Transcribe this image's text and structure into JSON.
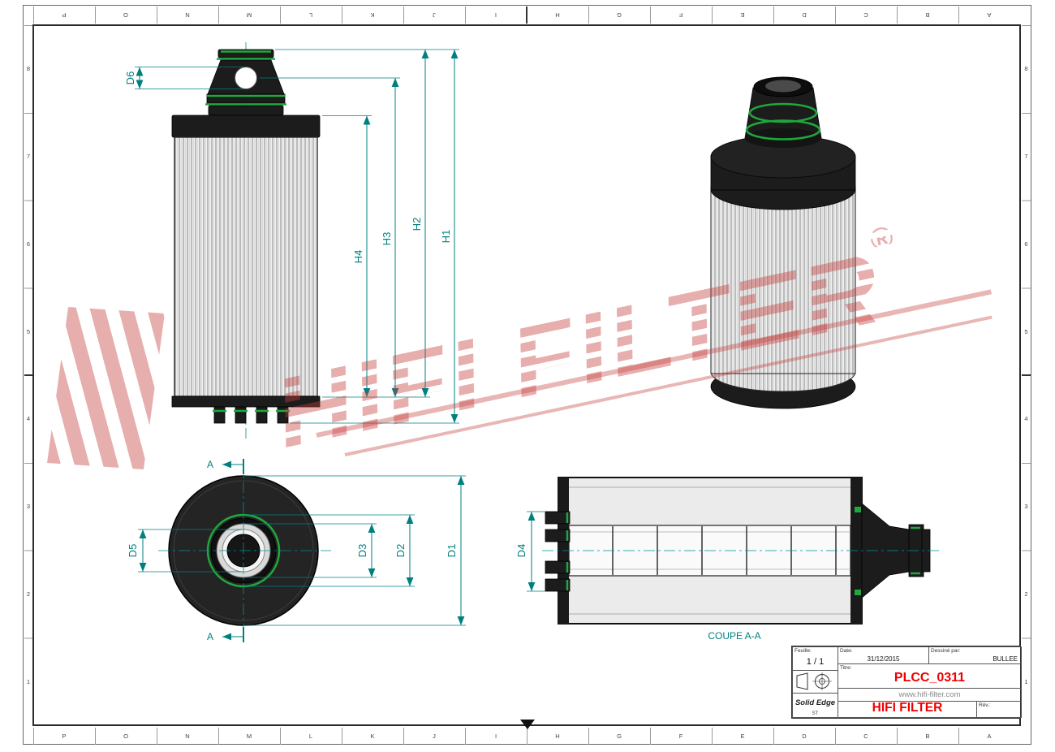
{
  "frame": {
    "columns": [
      "P",
      "O",
      "N",
      "M",
      "L",
      "K",
      "J",
      "I",
      "H",
      "G",
      "F",
      "E",
      "D",
      "C",
      "B",
      "A"
    ],
    "rows": [
      "8",
      "7",
      "6",
      "5",
      "4",
      "3",
      "2",
      "1"
    ]
  },
  "watermark": {
    "text": "HIFI FILTER",
    "reg": "®"
  },
  "dims": {
    "h1": "H1",
    "h2": "H2",
    "h3": "H3",
    "h4": "H4",
    "d1": "D1",
    "d2": "D2",
    "d3": "D3",
    "d4": "D4",
    "d5": "D5",
    "d6": "D6"
  },
  "section": {
    "a": "A",
    "coupe": "COUPE A-A"
  },
  "titleblock": {
    "date_label": "Date:",
    "date_value": "31/12/2015",
    "drawn_label": "Dessiné par:",
    "drawn_value": "BULLEE",
    "sheet_label": "Feuille:",
    "sheet_value": "1 / 1",
    "title_label": "Titre:",
    "title_value": "PLCC_0311",
    "website": "www.hifi-filter.com",
    "brand": "HIFI FILTER",
    "rev_label": "Rév.:",
    "cad_name": "Solid Edge",
    "cad_edition": "ST"
  },
  "colors": {
    "dimension": "#007f7f",
    "red": "#ef0000",
    "green": "#1fa83c"
  }
}
